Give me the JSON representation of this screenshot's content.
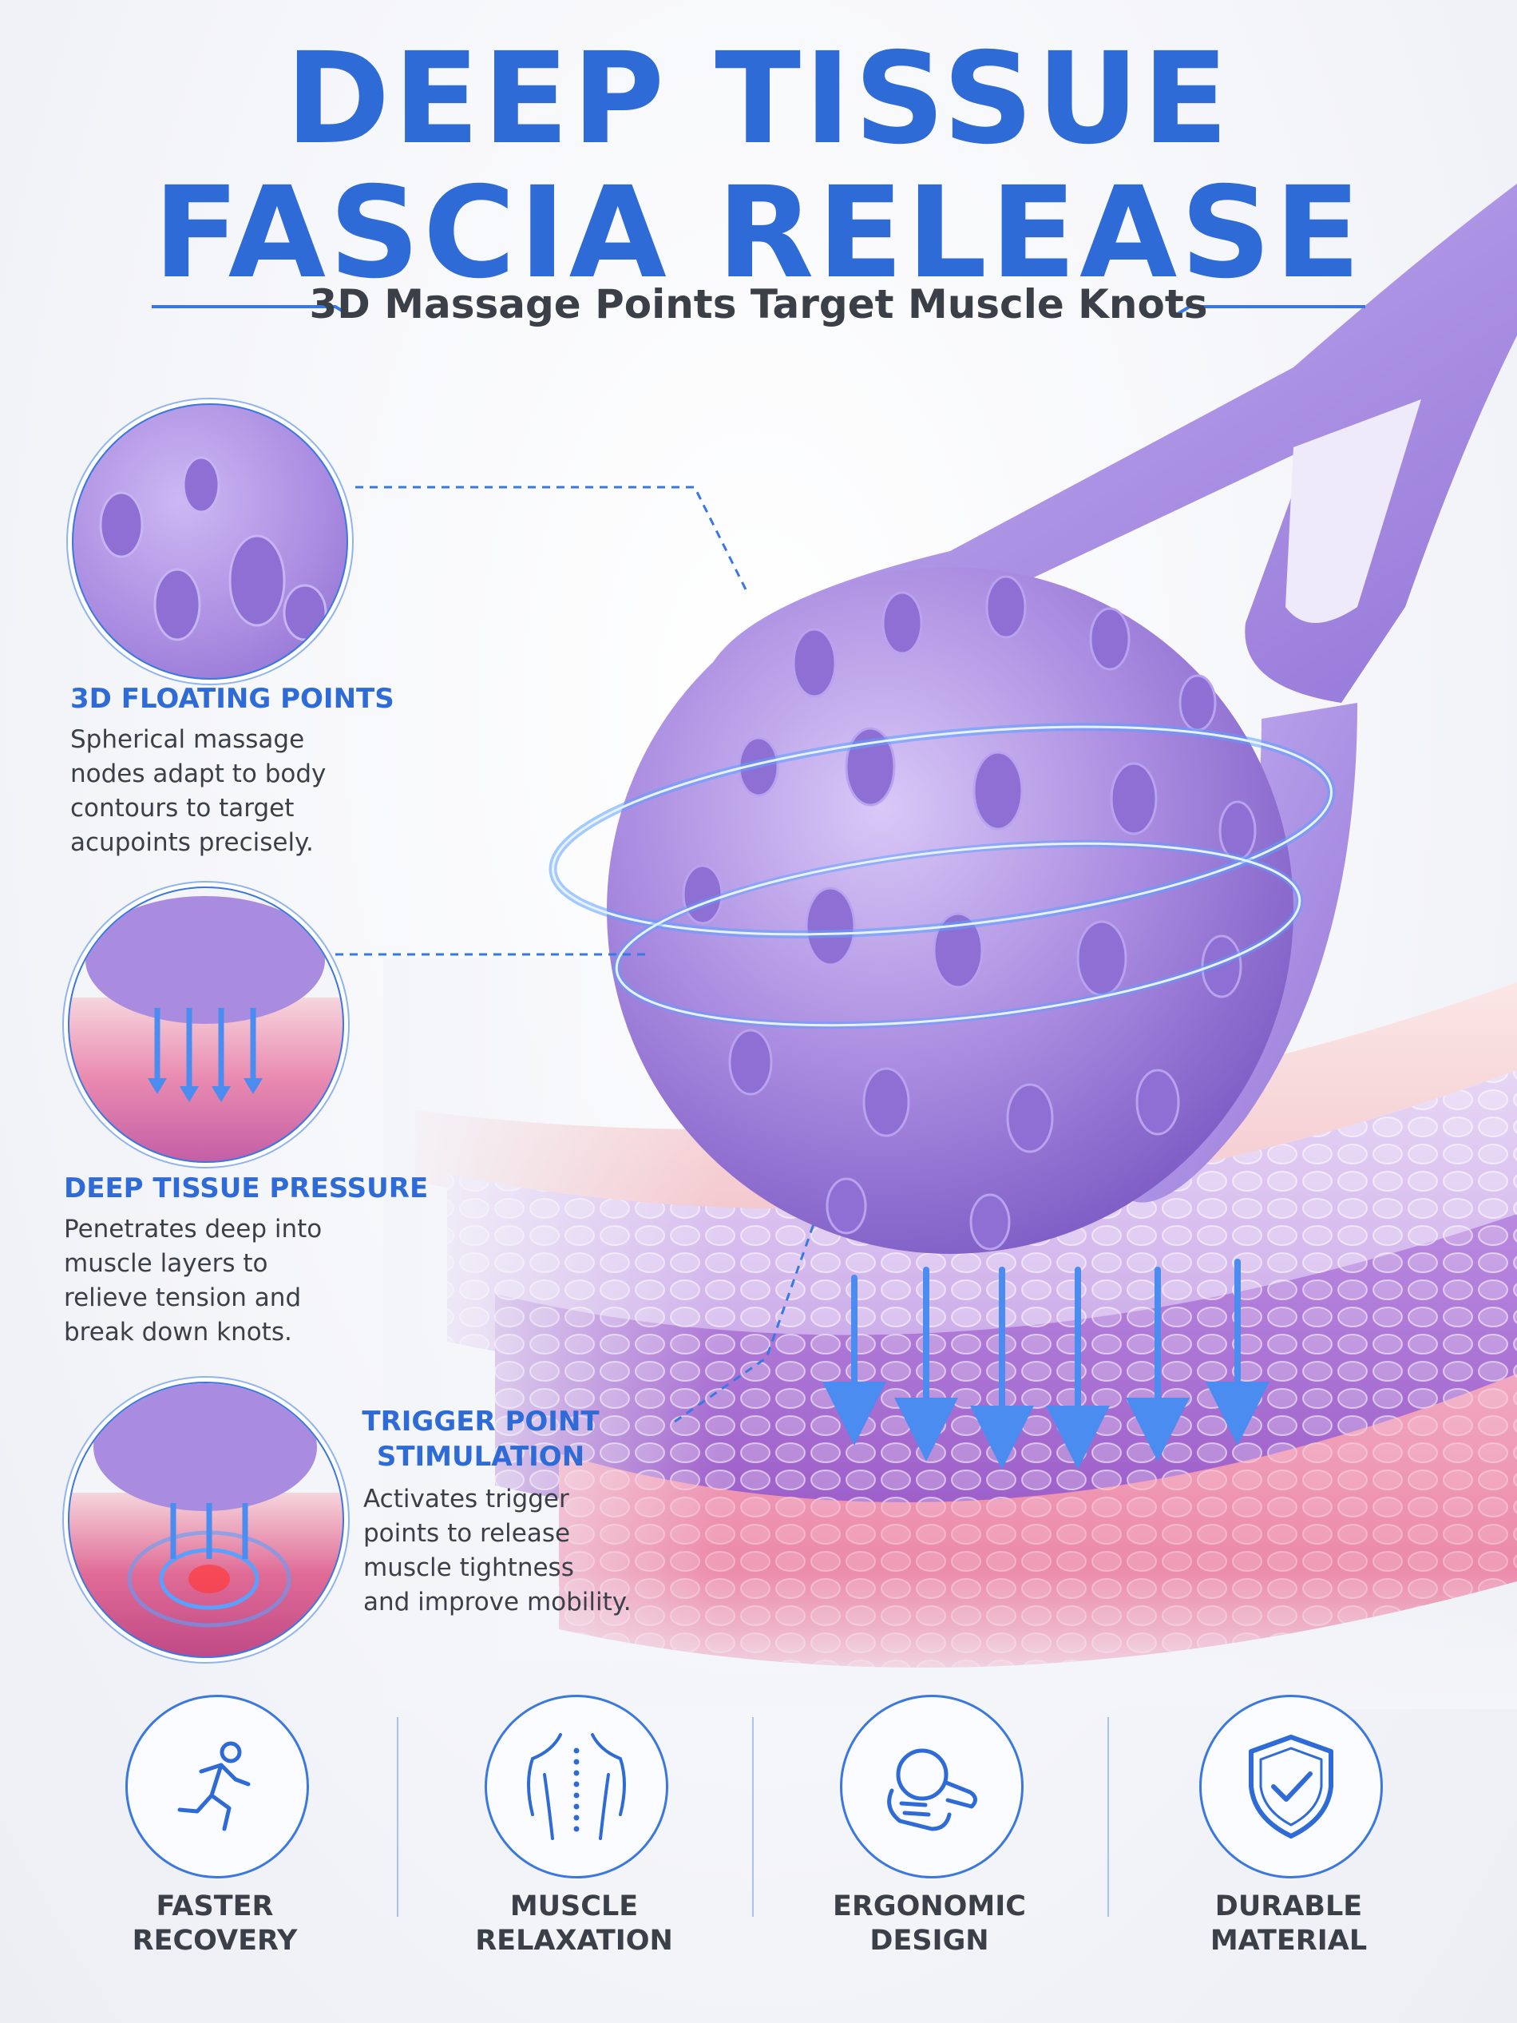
{
  "header": {
    "title_line1": "DEEP TISSUE",
    "title_line2": "FASCIA RELEASE",
    "subtitle": "3D Massage Points Target Muscle Knots"
  },
  "features": [
    {
      "title": "3D FLOATING POINTS",
      "body_lines": [
        "Spherical massage",
        "nodes adapt to body",
        "contours to target",
        "acupoints precisely."
      ]
    },
    {
      "title": "DEEP TISSUE PRESSURE",
      "body_lines": [
        "Penetrates deep into",
        "muscle layers to",
        "relieve tension and",
        "break down knots."
      ]
    },
    {
      "title_lines": [
        "TRIGGER POINT",
        "STIMULATION"
      ],
      "body_lines": [
        "Activates trigger",
        "points to release",
        "muscle tightness",
        "and improve mobility."
      ]
    }
  ],
  "badges": [
    {
      "icon": "running-person-icon",
      "lines": [
        "FASTER",
        "RECOVERY"
      ]
    },
    {
      "icon": "human-back-spine-icon",
      "lines": [
        "MUSCLE",
        "RELAXATION"
      ]
    },
    {
      "icon": "hand-grip-icon",
      "lines": [
        "ERGONOMIC",
        "DESIGN"
      ]
    },
    {
      "icon": "shield-check-icon",
      "lines": [
        "DURABLE",
        "MATERIAL"
      ]
    }
  ],
  "colors": {
    "accent_blue": "#2f6bd6",
    "product_purple": "#a98be0",
    "text_dark": "#3b3f47",
    "tissue_pink": "#e58fb0"
  }
}
